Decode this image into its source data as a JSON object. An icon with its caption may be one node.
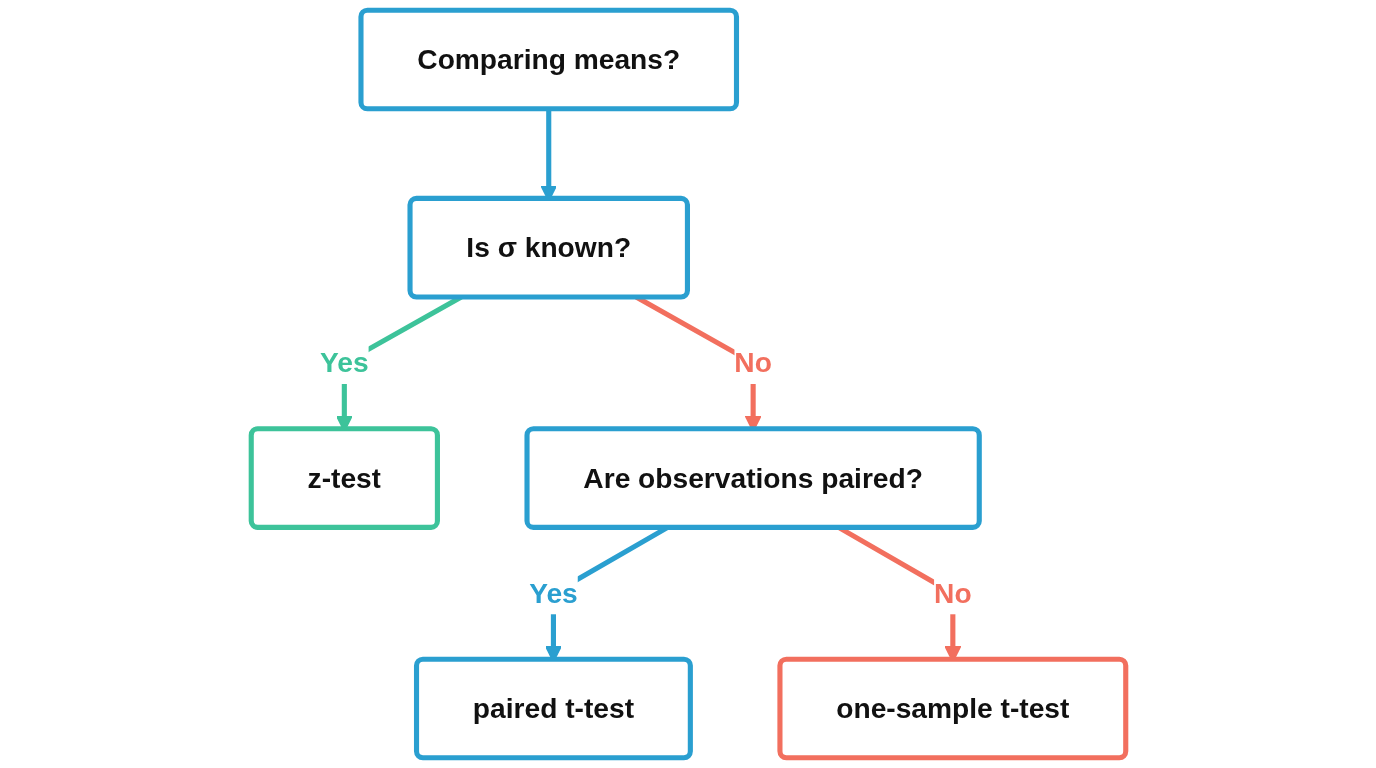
{
  "diagram": {
    "nodes": [
      {
        "text": [
          "Comparing means?"
        ]
      },
      {
        "text": [
          "Is σ known?"
        ]
      },
      {
        "text": [
          "z-test"
        ]
      },
      {
        "text": [
          "Are observations paired?"
        ]
      },
      {
        "text": [
          "paired t-test"
        ]
      },
      {
        "text": [
          "one-sample t-test"
        ]
      }
    ],
    "edges": [
      {
        "from": 0,
        "to": 1,
        "arrow": "to",
        "color": "#2a9fd0"
      },
      {
        "from": 1,
        "to": 2,
        "arrow": "to",
        "label": "Yes",
        "color": "#3dc39a"
      },
      {
        "from": 1,
        "to": 3,
        "arrow": "to",
        "label": "No",
        "color": "#f26f5e"
      },
      {
        "from": 3,
        "to": 4,
        "arrow": "to",
        "label": "Yes",
        "color": "#2a9fd0"
      },
      {
        "from": 3,
        "to": 5,
        "arrow": "to",
        "label": "No",
        "color": "#f26f5e"
      }
    ]
  }
}
